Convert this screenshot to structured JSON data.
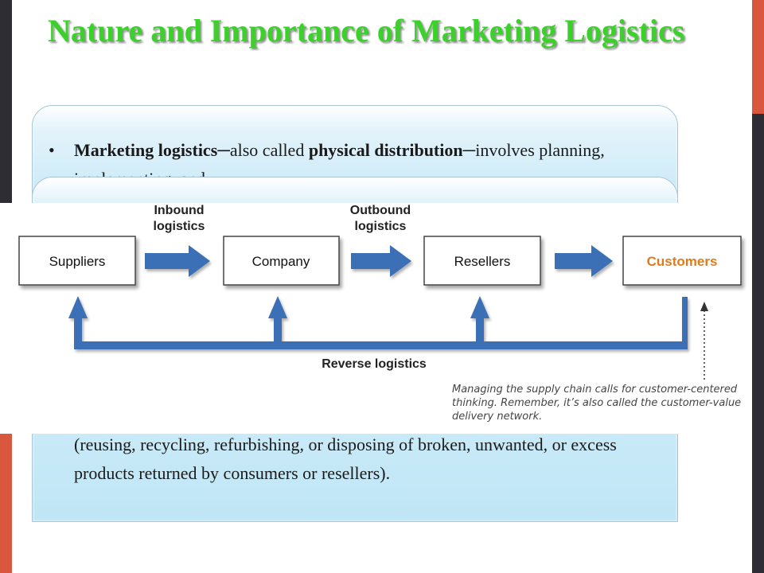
{
  "title": "Nature and Importance of Marketing Logistics",
  "bullet": {
    "term1": "Marketing logistics",
    "dash1": "─",
    "text1": "also called ",
    "term2": "physical distribution",
    "dash2": "─",
    "text2": "involves planning, implementing, and"
  },
  "reverse_text": "(reusing, recycling, refurbishing, or disposing of broken, unwanted, or excess products returned by consumers or resellers).",
  "diagram": {
    "boxes": [
      "Suppliers",
      "Company",
      "Resellers",
      "Customers"
    ],
    "inbound_label": [
      "Inbound",
      "logistics"
    ],
    "outbound_label": [
      "Outbound",
      "logistics"
    ],
    "reverse_label": "Reverse logistics",
    "note": "Managing the supply chain calls for customer-centered thinking. Remember, it’s also called the customer-value delivery network."
  },
  "colors": {
    "title": "#3bd12a",
    "arrow": "#3b6fb6",
    "customers": "#e07b1c",
    "left_bar_dark": "#2d2d33",
    "accent_red": "#d9573f"
  }
}
